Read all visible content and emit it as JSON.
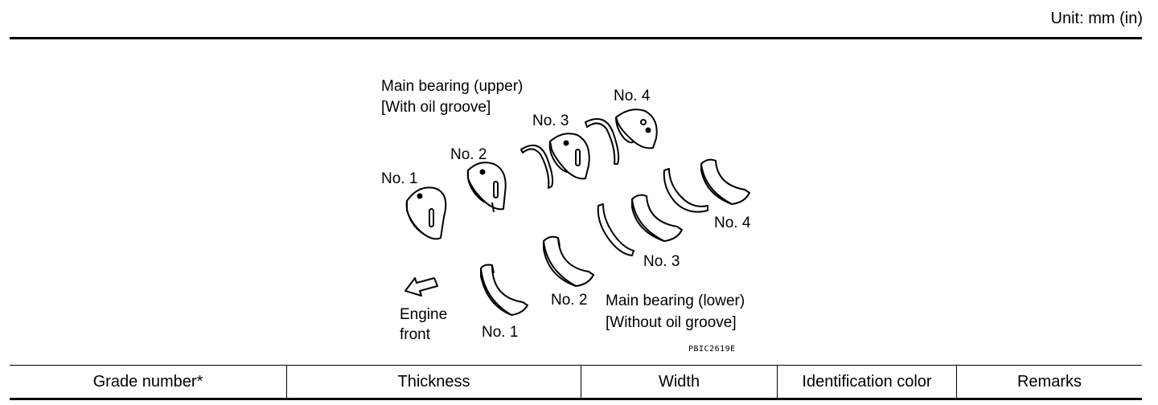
{
  "header": {
    "unit_label": "Unit: mm (in)"
  },
  "figure": {
    "upper_title": "Main bearing (upper)",
    "upper_subtitle": "[With oil groove]",
    "upper_labels": [
      "No. 1",
      "No. 2",
      "No. 3",
      "No. 4"
    ],
    "lower_labels": [
      "No. 1",
      "No. 2",
      "No. 3",
      "No. 4"
    ],
    "lower_title": "Main bearing (lower)",
    "lower_subtitle": "[Without oil groove]",
    "engine_front_1": "Engine",
    "engine_front_2": "front",
    "figure_code": "PBIC2619E"
  },
  "table": {
    "headers": [
      "Grade number*",
      "Thickness",
      "Width",
      "Identification color",
      "Remarks"
    ]
  }
}
